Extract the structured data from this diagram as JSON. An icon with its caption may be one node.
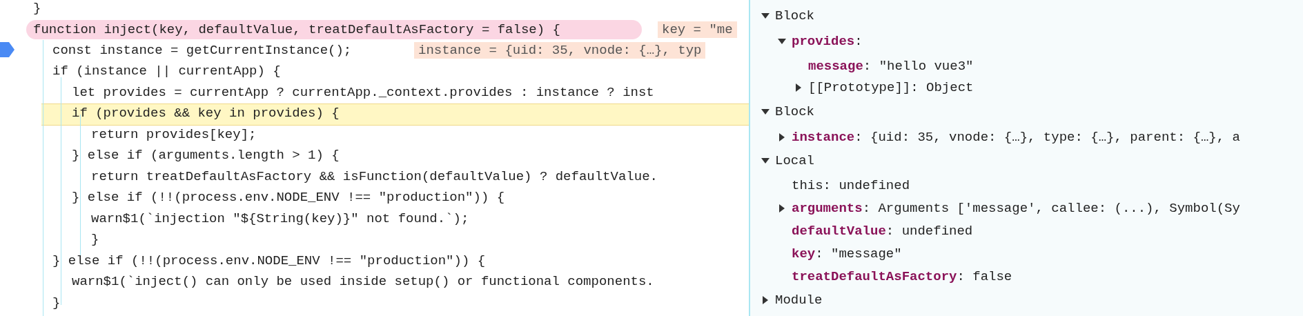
{
  "diagram": {
    "labels": [
      "}",
      "function inject(key, defaultValue, treatDefaultAsFactory = false) {",
      "key = \"me",
      "const instance = getCurrentInstance();",
      "instance = {uid: 35, vnode: {…}, typ",
      "if (instance || currentApp) {",
      "let provides = currentApp ? currentApp._context.provides : instance ? inst",
      "if (provides && key in provides) {",
      "return provides[key];",
      "} else if (arguments.length > 1) {",
      "return treatDefaultAsFactory && isFunction(defaultValue) ? defaultValue.",
      "} else if (!!(process.env.NODE_ENV !== \"production\")) {",
      "warn$1(`injection \"${String(key)}\" not found.`);",
      "}",
      "} else if (!!(process.env.NODE_ENV !== \"production\")) {",
      "warn$1(`inject() can only be used inside setup() or functional components.",
      "}",
      "Block",
      "**provides**:",
      "**message**: \"hello vue3\"",
      "[[Prototype]]: Object",
      "Block",
      "**instance**: {uid: 35, vnode: {…}, type: {…}, parent: {…}, a",
      "Local",
      "this: undefined",
      "**arguments**: Arguments ['message', callee: (...), Symbol(Sy",
      "**defaultValue**: undefined",
      "**key**: \"message\"",
      "**treatDefaultAsFactory**: false",
      "Module"
    ]
  }
}
